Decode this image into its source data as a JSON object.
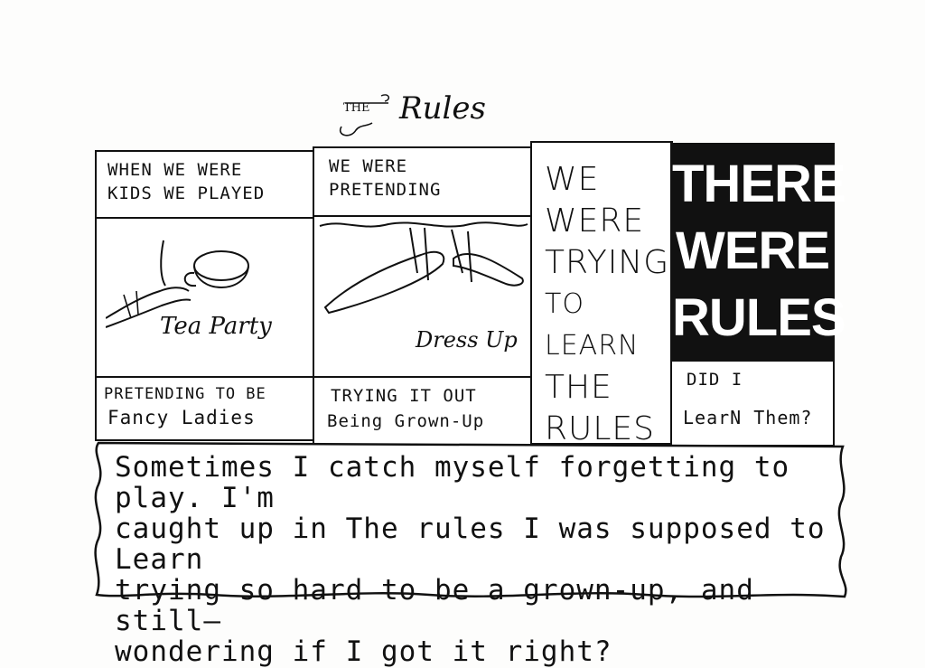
{
  "title": {
    "prefix": "THE",
    "main": "Rules"
  },
  "panel1": {
    "top_caption_line1": "WHEN WE WERE",
    "top_caption_line2": "KIDS WE PLAYED",
    "illustration_label": "Tea Party",
    "bottom_line1": "PRETENDING TO BE",
    "bottom_line2": "Fancy Ladies"
  },
  "panel2": {
    "top_caption_line1": "WE WERE",
    "top_caption_line2": "PRETENDING",
    "illustration_label": "Dress Up",
    "bottom_line1": "TRYING IT OUT",
    "bottom_line2": "Being Grown-Up"
  },
  "panel3": {
    "lines": [
      "WE",
      "WERE",
      "TRYING",
      "TO LEARN",
      "THE",
      "RULES"
    ]
  },
  "panel4": {
    "big_lines": [
      "THERE",
      "WERE",
      "RULES"
    ],
    "question_line1": "DID I",
    "question_line2": "LearN Them?"
  },
  "bottom_text": {
    "line1": "Sometimes I catch myself forgetting to play. I'm",
    "line2": "caught up in The rules I was supposed to Learn",
    "line3": "trying so hard to be a grown-up, and still—",
    "line4": "wondering if I got it right?"
  }
}
